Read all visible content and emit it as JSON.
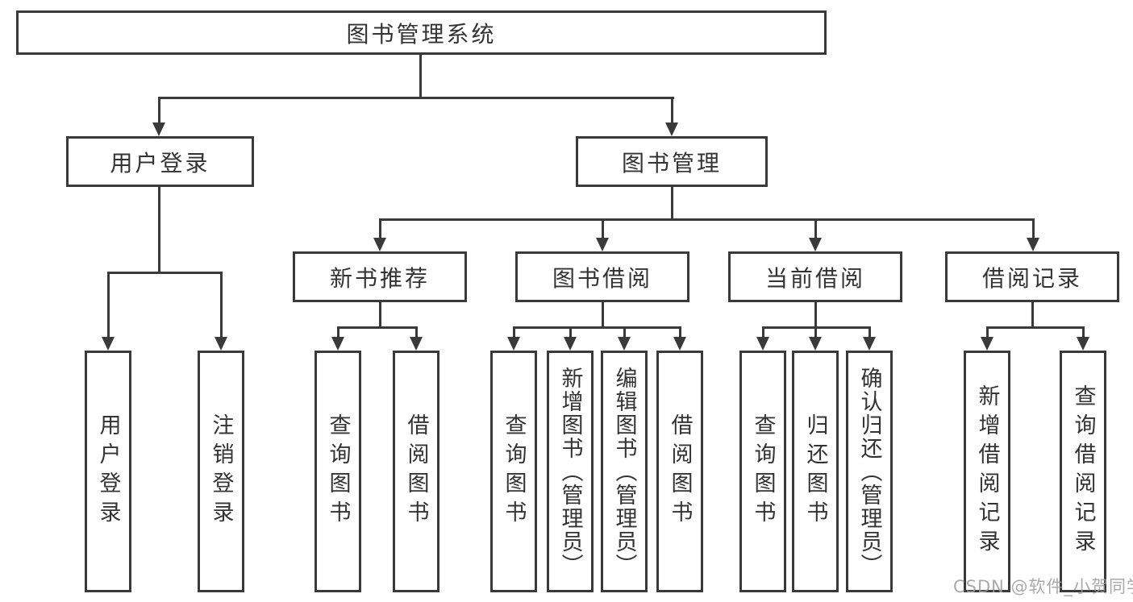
{
  "colors": {
    "line": "#3a3a3a",
    "node_border": "#3a3a3a",
    "node_text": "#333333",
    "background": "#ffffff",
    "watermark": "#9c9c9c"
  },
  "watermark": {
    "text": "CSDN @软件_小贺同学"
  },
  "tree": {
    "label": "图书管理系统",
    "children": [
      {
        "label": "用户登录",
        "children": [
          {
            "label": "用户登录"
          },
          {
            "label": "注销登录"
          }
        ]
      },
      {
        "label": "图书管理",
        "children": [
          {
            "label": "新书推荐",
            "children": [
              {
                "label": "查询图书"
              },
              {
                "label": "借阅图书"
              }
            ]
          },
          {
            "label": "图书借阅",
            "children": [
              {
                "label": "查询图书"
              },
              {
                "label": "新增图书（管理员）"
              },
              {
                "label": "编辑图书（管理员）"
              },
              {
                "label": "借阅图书"
              }
            ]
          },
          {
            "label": "当前借阅",
            "children": [
              {
                "label": "查询图书"
              },
              {
                "label": "归还图书"
              },
              {
                "label": "确认归还（管理员）"
              }
            ]
          },
          {
            "label": "借阅记录",
            "children": [
              {
                "label": "新增借阅记录"
              },
              {
                "label": "查询借阅记录"
              }
            ]
          }
        ]
      }
    ]
  }
}
